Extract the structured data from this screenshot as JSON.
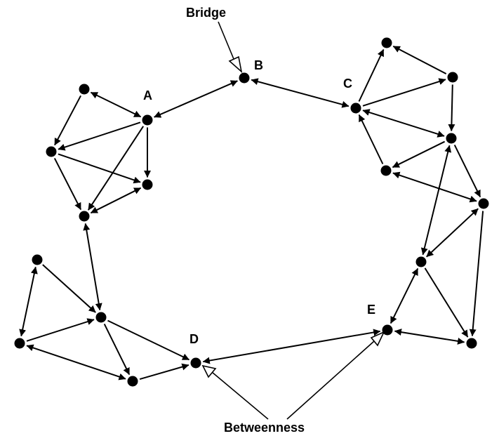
{
  "colors": {
    "ink": "#000000",
    "background": "#ffffff",
    "hollow_arrowhead": "#ffffff"
  },
  "labels": {
    "bridge": "Bridge",
    "betweenness": "Betweenness",
    "node_a": "A",
    "node_b": "B",
    "node_c": "C",
    "node_d": "D",
    "node_e": "E"
  },
  "graph": {
    "nodes": [
      "A",
      "B",
      "C",
      "D",
      "E",
      "a1",
      "a2",
      "a3",
      "a4",
      "c1",
      "c2",
      "c3",
      "c4",
      "c5",
      "e1",
      "e2",
      "d1",
      "d2",
      "d3",
      "d4"
    ],
    "edges": [
      [
        "A",
        "B",
        "both"
      ],
      [
        "B",
        "C",
        "both"
      ],
      [
        "D",
        "E",
        "both"
      ],
      [
        "A",
        "a1",
        "both"
      ],
      [
        "a1",
        "a2",
        "forward"
      ],
      [
        "A",
        "a2",
        "forward"
      ],
      [
        "a2",
        "a3",
        "forward"
      ],
      [
        "A",
        "a3",
        "forward"
      ],
      [
        "a2",
        "a4",
        "forward"
      ],
      [
        "A",
        "a4",
        "forward"
      ],
      [
        "a3",
        "a4",
        "both"
      ],
      [
        "a4",
        "d1",
        "both"
      ],
      [
        "C",
        "c1",
        "forward"
      ],
      [
        "c2",
        "c1",
        "forward"
      ],
      [
        "C",
        "c2",
        "forward"
      ],
      [
        "c2",
        "c3",
        "forward"
      ],
      [
        "c3",
        "C",
        "both"
      ],
      [
        "c4",
        "C",
        "forward"
      ],
      [
        "c3",
        "c4",
        "forward"
      ],
      [
        "c3",
        "c5",
        "forward"
      ],
      [
        "c4",
        "c5",
        "both"
      ],
      [
        "c3",
        "e1",
        "both"
      ],
      [
        "c5",
        "e1",
        "both"
      ],
      [
        "c5",
        "e2",
        "forward"
      ],
      [
        "e1",
        "E",
        "both"
      ],
      [
        "e1",
        "e2",
        "forward"
      ],
      [
        "E",
        "e2",
        "both"
      ],
      [
        "d2",
        "d1",
        "forward"
      ],
      [
        "d2",
        "d3",
        "both"
      ],
      [
        "d3",
        "d1",
        "forward"
      ],
      [
        "d1",
        "d4",
        "forward"
      ],
      [
        "d1",
        "D",
        "forward"
      ],
      [
        "d3",
        "d4",
        "both"
      ],
      [
        "d4",
        "D",
        "forward"
      ]
    ]
  }
}
